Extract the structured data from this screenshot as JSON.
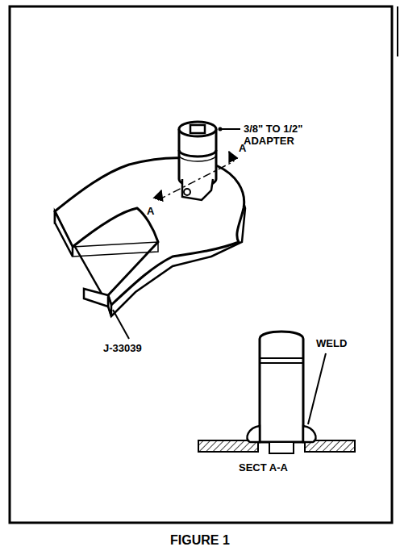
{
  "diagram": {
    "caption": "FIGURE 1",
    "labels": [
      "3/8\" TO 1/2\" ADAPTER",
      "A",
      "A",
      "J-33039",
      "WELD",
      "SECT A-A"
    ]
  }
}
